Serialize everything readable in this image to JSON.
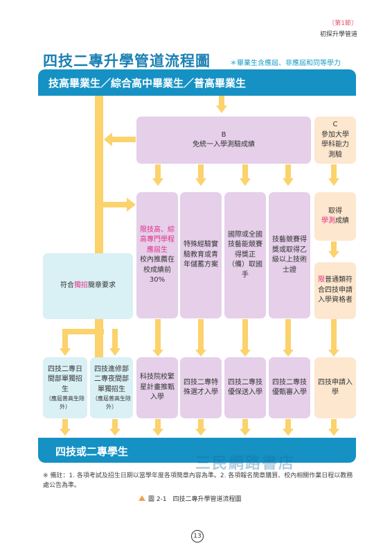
{
  "header": {
    "section": "〔第1節〕",
    "subtitle": "初探升學管道"
  },
  "title": "四技二專升學管道流程圖",
  "note": "＊畢業生含應屆、非應屆和同等學力",
  "top_band": "技高畢業生／綜合高中畢業生／普高畢業生",
  "box_b": {
    "line1": "B",
    "line2": "免統一入學測驗成績"
  },
  "box_c": {
    "line1": "C",
    "line2": "參加大學",
    "line3": "學科能力",
    "line4": "測驗"
  },
  "box_score": {
    "pre": "取得",
    "highlight": "學測",
    "post": "成績"
  },
  "box_limit": {
    "highlight": "限",
    "text": "普通類符合四技申請入學資格者"
  },
  "left_req": {
    "pre": "符合",
    "highlight": "獨招",
    "post": "簡章要求"
  },
  "col1": {
    "highlight": "限技高、綜高專門學程應屆生",
    "text": "校內推薦在校成績前 30%"
  },
  "col2": "特殊經驗實驗教育或青年儲蓄方案",
  "col3": "國際或全國技藝能競賽得獎正（備）取國手",
  "col4": "技藝競賽得獎或取得乙級以上技術士證",
  "bottom": {
    "day": {
      "main": "四技二專日間部單獨招生",
      "sub": "（應屆普高生除外）"
    },
    "night": {
      "main": "四技進修部二專夜間部單獨招生",
      "sub": "（應屆普高生除外）"
    },
    "b1": "科技院校繁星計畫推甄入學",
    "b2": "四技二專特殊選才入學",
    "b3": "四技二專技優保送入學",
    "b4": "四技二專技優甄審入學",
    "b5": "四技申請入學"
  },
  "bottom_band": "四技或二專學生",
  "watermark": "三民網路書店",
  "footnote": "※ 備註：1. 各項考試及招生日期以當學年度各項簡章內容為準。2. 各項報名簡章購買、校內相關作業日程以教務處公告為準。",
  "caption": "圖 2-1　四技二專升學管道流程圖",
  "page_number": "13",
  "colors": {
    "blue": "#1591c4",
    "arrow": "#fbd26b",
    "purple": "#e5cfe9",
    "cyan": "#d9f0f5",
    "peach": "#fde7cf",
    "pink": "#e12f8a"
  }
}
